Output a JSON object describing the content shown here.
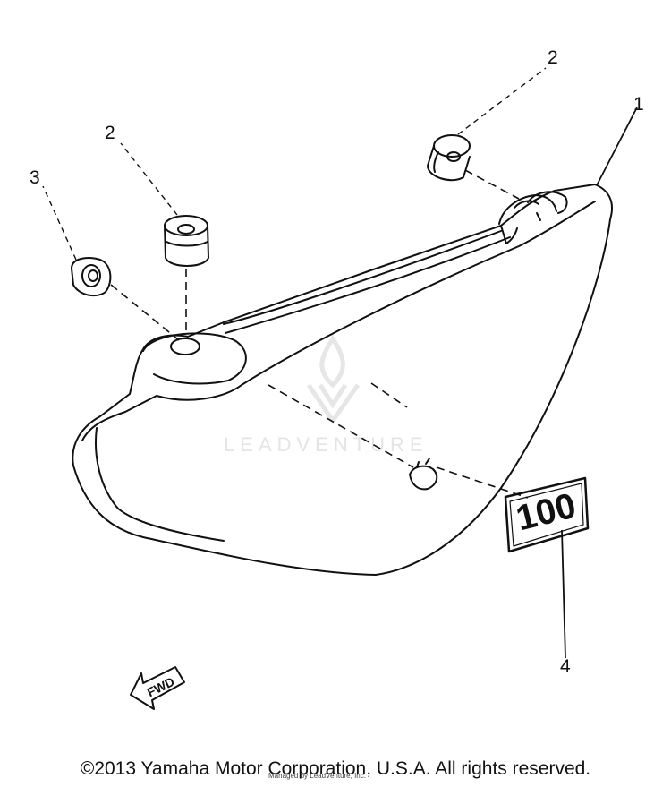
{
  "callouts": {
    "part1": "1",
    "part2_right": "2",
    "part2_left": "2",
    "part3": "3",
    "part4": "4"
  },
  "emblem": {
    "text": "100"
  },
  "direction_arrow": {
    "text": "FWD"
  },
  "watermark": {
    "text": "LEADVENTURE"
  },
  "fine_print": {
    "text": "Managed by LeadVenture, Inc."
  },
  "footer": {
    "copyright": "©2013 Yamaha Motor Corporation, U.S.A. All rights reserved."
  },
  "colors": {
    "ink": "#111111",
    "background": "#ffffff",
    "watermark": "#e4e4e4"
  }
}
